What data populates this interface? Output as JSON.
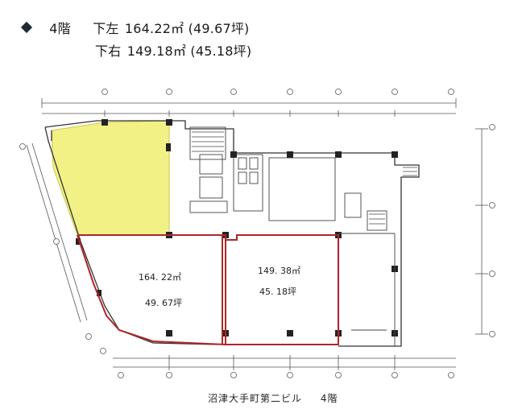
{
  "header": {
    "bullet_icon": "diamond-icon",
    "floor": "4階",
    "lower_left_label": "下左",
    "lower_left_area": "164.22㎡",
    "lower_left_tsubo": "(49.67坪)",
    "lower_right_label": "下右",
    "lower_right_area": "149.18㎡",
    "lower_right_tsubo": "(45.18坪)"
  },
  "rooms": {
    "left": {
      "area": "164. 22㎡",
      "tsubo": "49. 67坪"
    },
    "right": {
      "area": "149. 38㎡",
      "tsubo": "45. 18坪"
    }
  },
  "caption": {
    "building": "沼津大手町第二ビル",
    "floor": "4階"
  },
  "colors": {
    "highlight": "#f0f07a",
    "unit_outline": "#b0262a",
    "ink": "#333333"
  }
}
